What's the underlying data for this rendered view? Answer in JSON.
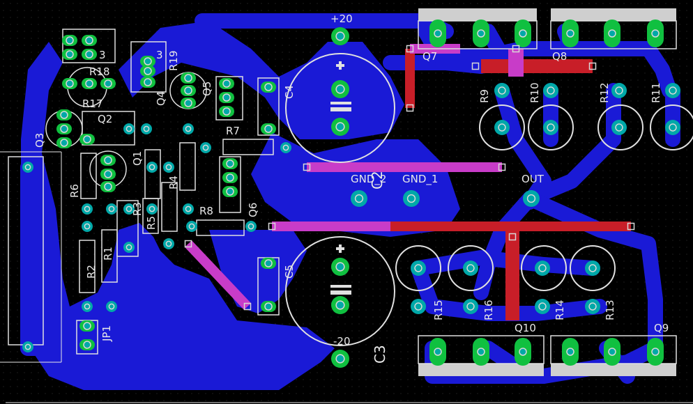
{
  "colors": {
    "background": "#000000",
    "bottom_copper": "#1a1ad6",
    "top_copper": "#c81e28",
    "mixed_trace": "#c83cc8",
    "pad_ring": "#00a8a8",
    "pad_center": "#d8d8d8",
    "green_pad": "#10c040",
    "silkscreen": "#e0e0e0",
    "outline": "#e8e8e8"
  },
  "labels": {
    "power_pos": "+20",
    "power_neg": "-20",
    "gnd1": "GND_1",
    "gnd2": "GND_2",
    "out": "OUT",
    "c2": "C2",
    "c3": "C3",
    "c4": "C4",
    "c5": "C5",
    "q1": "Q1",
    "q2": "Q2",
    "q3": "Q3",
    "q4": "Q4",
    "q5": "Q5",
    "q6": "Q6",
    "q7": "Q7",
    "q8": "Q8",
    "q9": "Q9",
    "q10": "Q10",
    "r1": "R1",
    "r2": "R2",
    "r3": "R3",
    "r4": "R4",
    "r5": "R5",
    "r6": "R6",
    "r7": "R7",
    "r8": "R8",
    "r9": "R9",
    "r10": "R10",
    "r11": "R11",
    "r12": "R12",
    "r13": "R13",
    "r14": "R14",
    "r15": "R15",
    "r16": "R16",
    "r17": "R17",
    "r18": "R18",
    "r19": "R19",
    "jp1": "JP1",
    "pin3a": "3",
    "pin3b": "3"
  }
}
